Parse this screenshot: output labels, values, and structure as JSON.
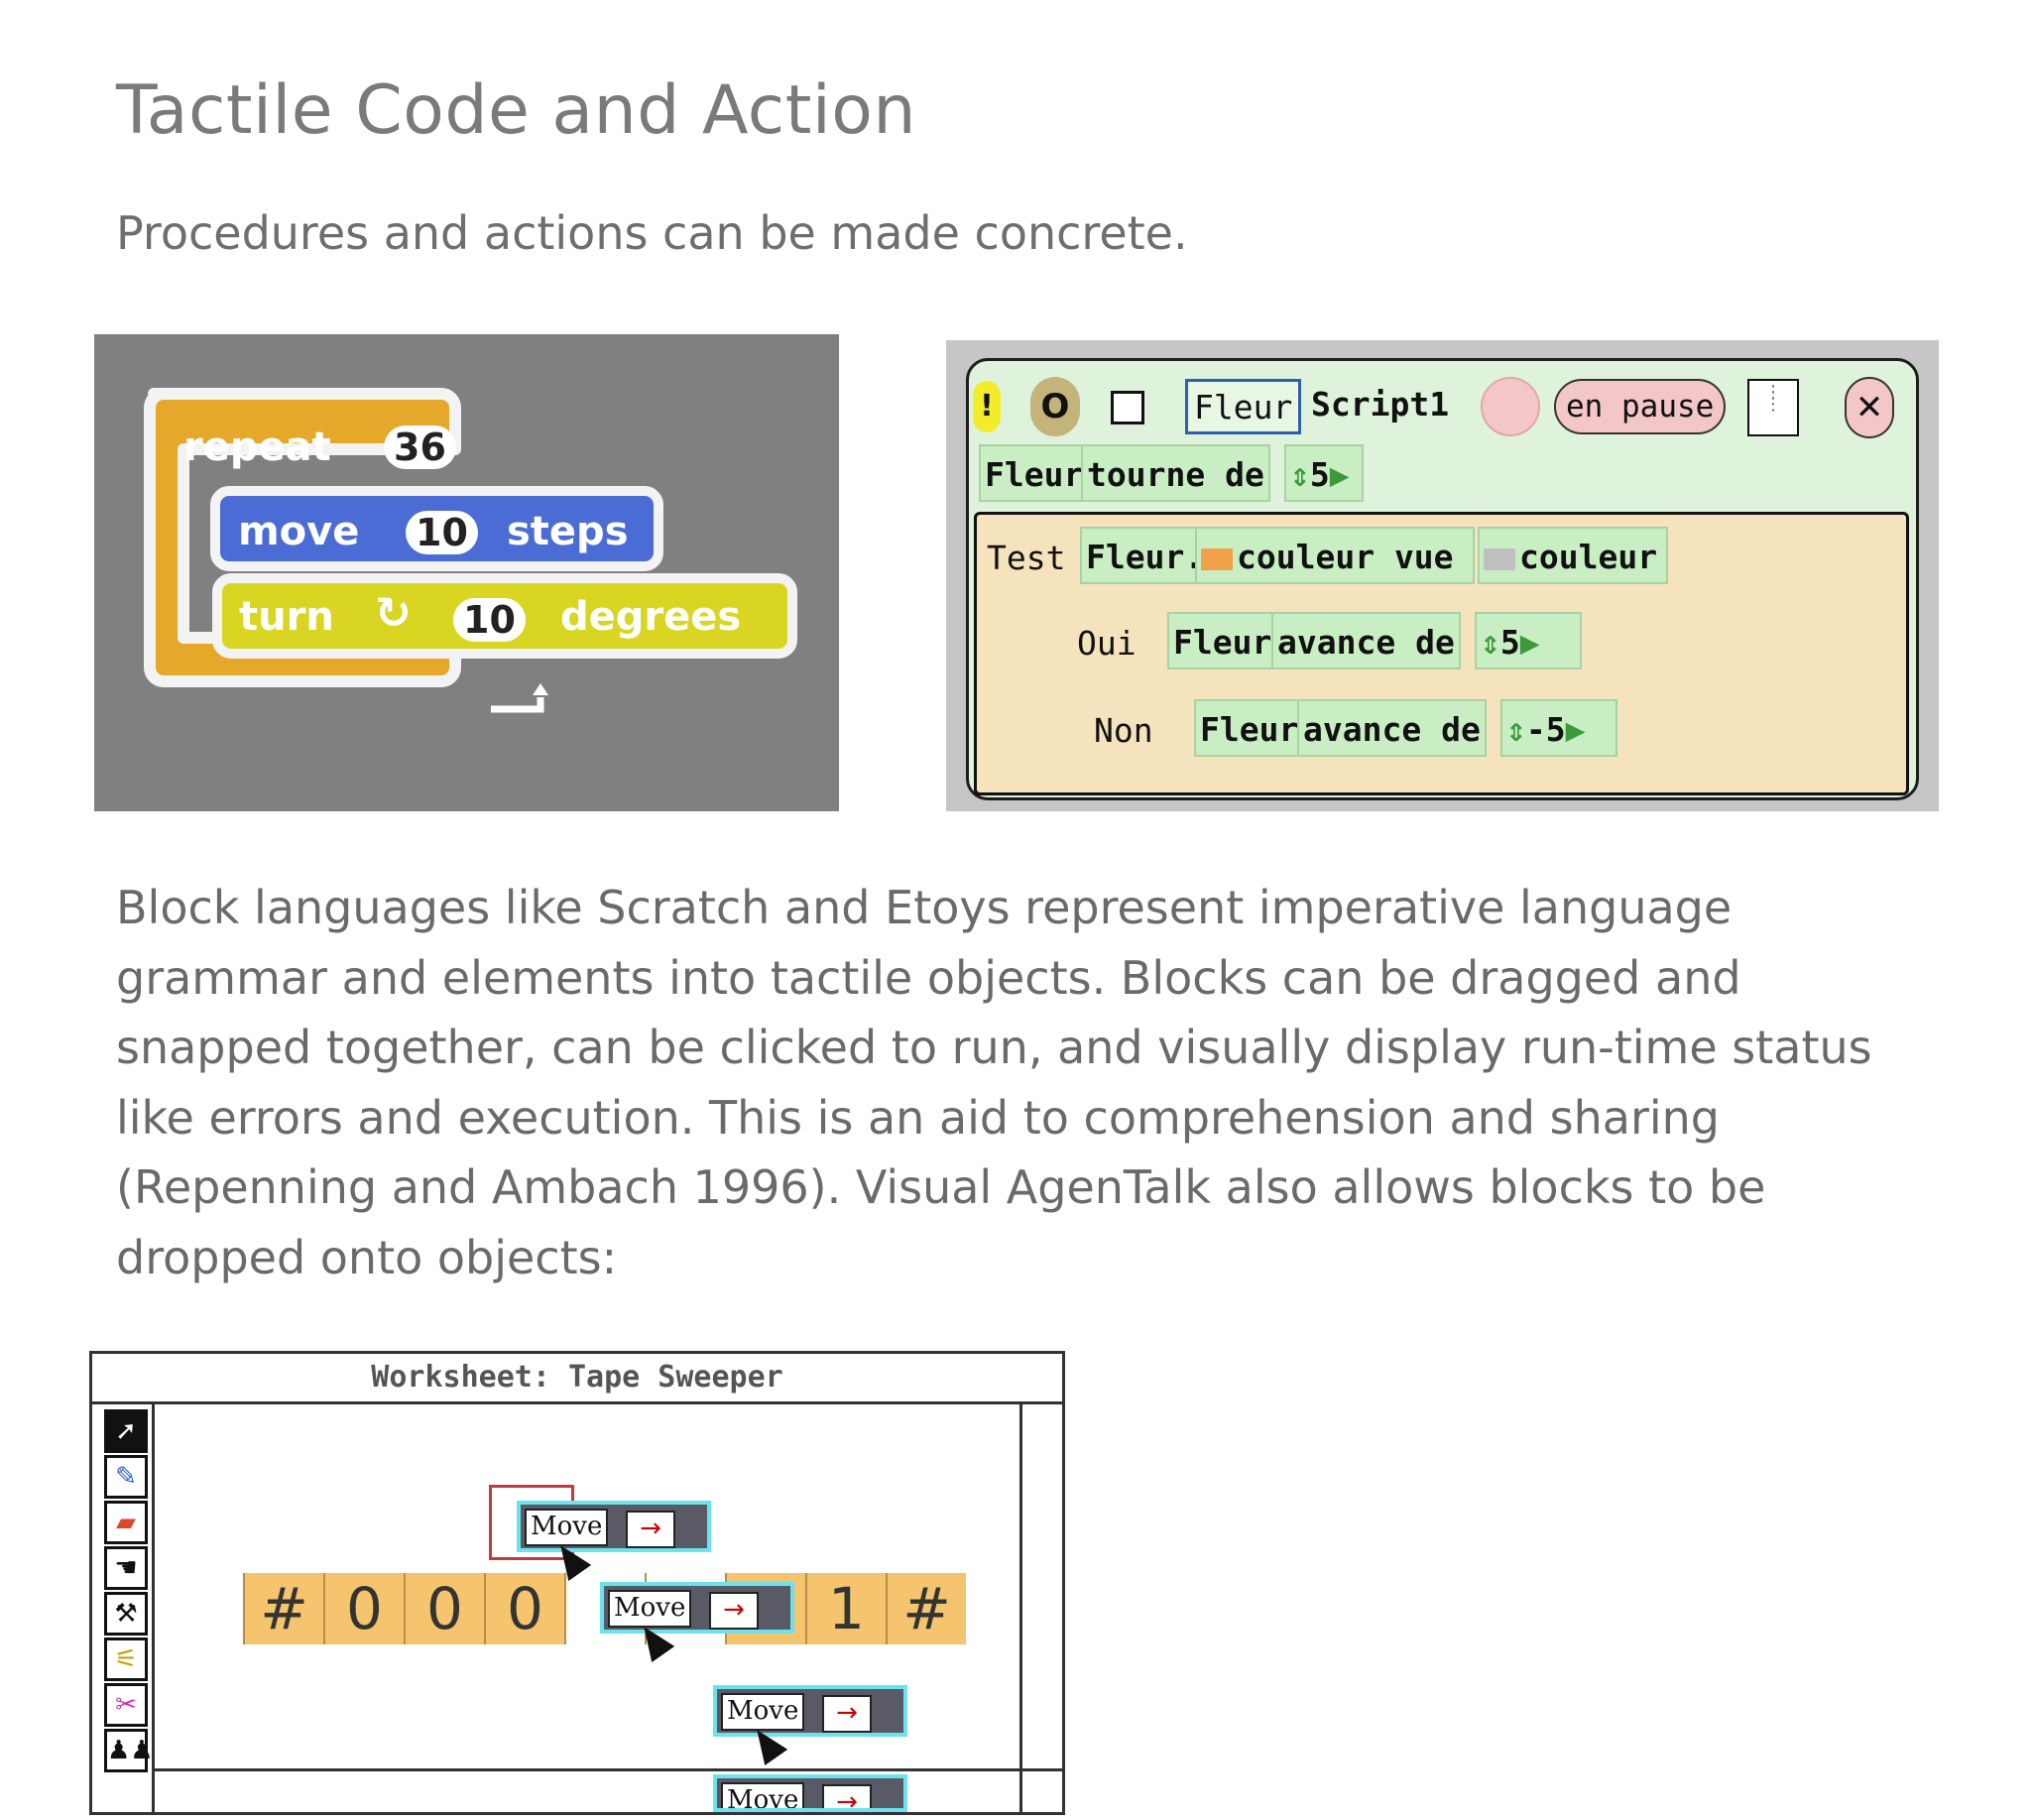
{
  "title": "Tactile Code and Action",
  "subtitle": "Procedures and actions can be made concrete.",
  "paragraph_lines": [
    "Block languages like Scratch and Etoys represent imperative language",
    "grammar and elements into tactile objects. Blocks can be dragged and",
    "snapped together, can be clicked to run, and visually display run-time status",
    "like errors and execution. This is an aid to comprehension and sharing",
    "(Repenning and Ambach 1996). Visual AgenTalk also allows blocks to be",
    "dropped onto objects:"
  ],
  "scratch": {
    "repeat_label": "repeat",
    "repeat_count": "36",
    "move_label": "move",
    "move_value": "10",
    "steps_label": "steps",
    "turn_label": "turn",
    "turn_value": "10",
    "degrees_label": "degrees",
    "colors": {
      "control": "#e6a82a",
      "motion": "#4a6cd4",
      "looks": "#d9d623"
    }
  },
  "etoys": {
    "alert_glyph": "!",
    "circle_glyph": "O",
    "object_name": "Fleur",
    "script_name": "Script1",
    "status": "en pause",
    "close_glyph": "✕",
    "row1": {
      "object": "Fleur",
      "command": "tourne de",
      "value": "5"
    },
    "test_label": "Test",
    "test_object": "Fleur.",
    "test_cond1": "couleur vue",
    "test_cond2": "couleur",
    "yes_label": "Oui",
    "yes_object": "Fleur",
    "yes_command": "avance de",
    "yes_value": "5",
    "no_label": "Non",
    "no_object": "Fleur",
    "no_command": "avance de",
    "no_value": "-5",
    "colors": {
      "tile_bg": "#c9eec4",
      "script_bg": "#dff3dc",
      "test_bg": "#f5e3bd",
      "orange_swatch": "#f0a24a",
      "grey_swatch": "#c0c0c0"
    }
  },
  "worksheet": {
    "title": "Worksheet: Tape Sweeper",
    "tools": [
      "arrow-icon",
      "pencil-icon",
      "eraser-icon",
      "hand-icon",
      "hammer-icon",
      "wand-icon",
      "scissors-icon",
      "people-icon"
    ],
    "tape": [
      "#",
      "0",
      "0",
      "0",
      "",
      "",
      "",
      "1",
      "#"
    ],
    "move_label": "Move",
    "move_arrow": "→",
    "colors": {
      "tape": "#f4c46e",
      "block_border": "#6be3ec"
    }
  }
}
